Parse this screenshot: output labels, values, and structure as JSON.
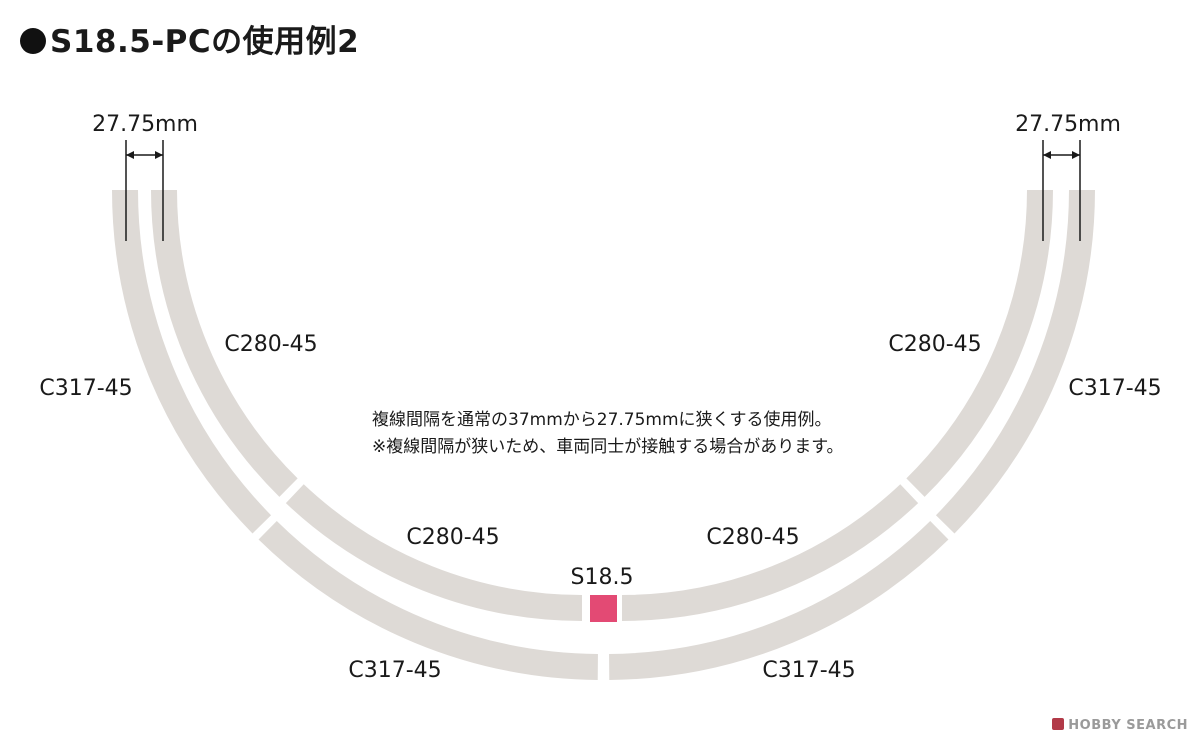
{
  "title": "S18.5-PCの使用例2",
  "dimension_left": "27.75mm",
  "dimension_right": "27.75mm",
  "note_line1": "複線間隔を通常の37mmから27.75mmに狭くする使用例。",
  "note_line2": "※複線間隔が狭いため、車両同士が接触する場合があります。",
  "labels": {
    "outer_upper_left": "C317-45",
    "inner_upper_left": "C280-45",
    "inner_upper_right": "C280-45",
    "outer_upper_right": "C317-45",
    "inner_lower_left": "C280-45",
    "inner_lower_right": "C280-45",
    "straight": "S18.5",
    "outer_lower_left": "C317-45",
    "outer_lower_right": "C317-45"
  },
  "watermark": "HOBBY SEARCH",
  "colors": {
    "track": "#dedad6",
    "straight_piece": "#e34a74",
    "text": "#1a1a1a"
  }
}
